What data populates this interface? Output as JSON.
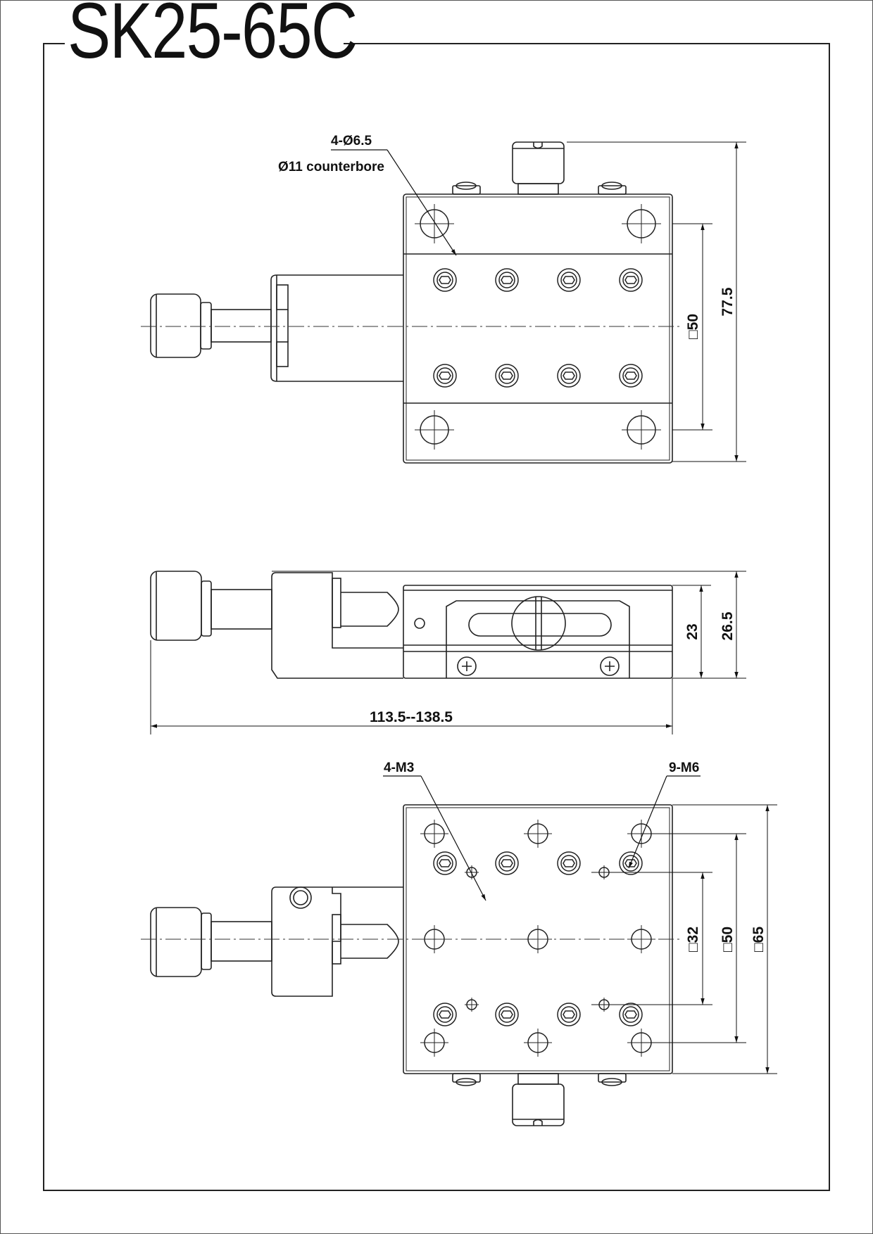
{
  "drawing": {
    "model": "SK25-65C",
    "top_view": {
      "hole_note_count": "4-Ø6.5",
      "hole_note_counterbore": "Ø11 counterbore",
      "dim_overall_height": "77.5",
      "dim_hole_pitch": "□50"
    },
    "side_view": {
      "dim_height_inner": "23",
      "dim_height_outer": "26.5",
      "dim_length": "113.5--138.5"
    },
    "bottom_view": {
      "note_m3": "4-M3",
      "note_m6": "9-M6",
      "dim_inner": "□32",
      "dim_mid": "□50",
      "dim_outer": "□65"
    }
  }
}
